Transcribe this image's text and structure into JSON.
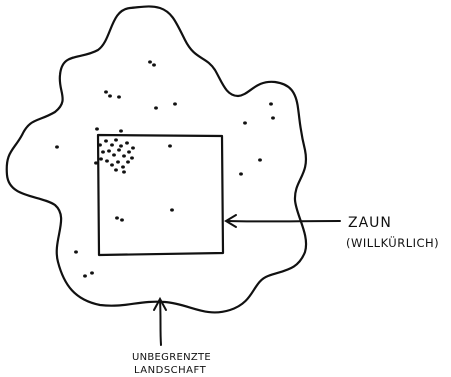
{
  "labels": {
    "fence_line1": "ZAUN",
    "fence_line2": "(WILLKÜRLICH)",
    "landscape_line1": "UNBEGRENZTE",
    "landscape_line2": "LANDSCHAFT"
  },
  "colors": {
    "ink": "#111111",
    "paper": "#ffffff"
  }
}
